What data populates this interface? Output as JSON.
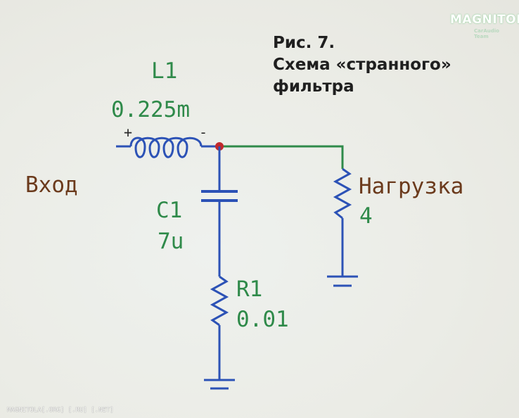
{
  "caption": {
    "line1": "Рис. 7.",
    "line2": "Схема «странного»",
    "line3": "фильтра"
  },
  "components": {
    "inductor": {
      "ref": "L1",
      "value": "0.225m",
      "plus": "+",
      "minus": "-"
    },
    "capacitor": {
      "ref": "C1",
      "value": "7u"
    },
    "resistor": {
      "ref": "R1",
      "value": "0.01"
    },
    "load": {
      "label": "Нагрузка",
      "value": "4"
    }
  },
  "input_label": "Вход",
  "logo": {
    "main": "MAGNITOLA",
    "sub": "CarAudio Team"
  },
  "footer": "MAGNITOLA[.ORG] [.RU] [.NET]",
  "colors": {
    "wire_green": "#2f8a4a",
    "wire_blue": "#2c52b6",
    "node_red": "#c0282c",
    "label_green": "#2f8a4a",
    "label_brown": "#6b3a1c"
  }
}
